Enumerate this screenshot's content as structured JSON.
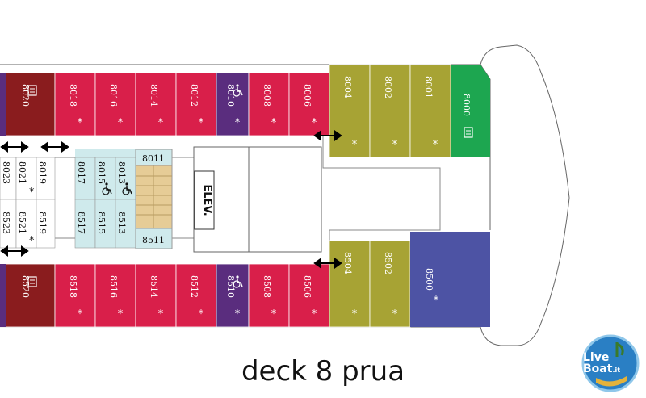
{
  "caption": "deck 8 prua",
  "elevator_label": "ELEV.",
  "logo": {
    "line1": "Live",
    "line2": "Bo",
    "line3": "at",
    "suffix": ".it"
  },
  "colors": {
    "red": "#d91f4a",
    "maroon": "#8a1c1e",
    "purple": "#5a2d7e",
    "olive": "#a7a334",
    "green": "#1da650",
    "blue": "#4d53a4",
    "light_blue": "#cfeaec",
    "stairs": "#e6cc96"
  },
  "upper_row": [
    {
      "num": "8020",
      "color": "maroon",
      "icon": "accessible-cabin-icon"
    },
    {
      "num": "8018",
      "color": "red",
      "star": "*"
    },
    {
      "num": "8016",
      "color": "red",
      "star": "*"
    },
    {
      "num": "8014",
      "color": "red",
      "star": "*"
    },
    {
      "num": "8012",
      "color": "red",
      "star": "*"
    },
    {
      "num": "8010",
      "color": "purple",
      "star": "*",
      "icon": "wheelchair-icon"
    },
    {
      "num": "8008",
      "color": "red",
      "star": "*"
    },
    {
      "num": "8006",
      "color": "red",
      "star": "*"
    },
    {
      "num": "8004",
      "color": "olive",
      "star": "*"
    },
    {
      "num": "8002",
      "color": "olive",
      "star": "*"
    },
    {
      "num": "8001",
      "color": "olive",
      "star": "*"
    },
    {
      "num": "8000",
      "color": "green",
      "icon": "accessible-cabin-icon"
    }
  ],
  "lower_row": [
    {
      "num": "8520",
      "color": "maroon",
      "icon": "accessible-cabin-icon"
    },
    {
      "num": "8518",
      "color": "red",
      "star": "*"
    },
    {
      "num": "8516",
      "color": "red",
      "star": "*"
    },
    {
      "num": "8514",
      "color": "red",
      "star": "*"
    },
    {
      "num": "8512",
      "color": "red",
      "star": "*"
    },
    {
      "num": "8510",
      "color": "purple",
      "star": "*",
      "icon": "wheelchair-icon"
    },
    {
      "num": "8508",
      "color": "red",
      "star": "*"
    },
    {
      "num": "8506",
      "color": "red",
      "star": "*"
    },
    {
      "num": "8504",
      "color": "olive",
      "star": "*"
    },
    {
      "num": "8502",
      "color": "olive",
      "star": "*"
    },
    {
      "num": "8500",
      "color": "blue",
      "star": "*"
    }
  ],
  "inner_upper": [
    {
      "num": "8023"
    },
    {
      "num": "8021",
      "star": "*"
    },
    {
      "num": "8019"
    },
    {
      "num": "8017"
    },
    {
      "num": "8015",
      "icon": "wheelchair-icon"
    },
    {
      "num": "8013",
      "icon": "wheelchair-icon"
    }
  ],
  "inner_lower": [
    {
      "num": "8523"
    },
    {
      "num": "8521",
      "star": "*"
    },
    {
      "num": "8519"
    },
    {
      "num": "8517"
    },
    {
      "num": "8515"
    },
    {
      "num": "8513"
    }
  ],
  "horizontal_labels": {
    "upper": "8011",
    "lower": "8511"
  }
}
